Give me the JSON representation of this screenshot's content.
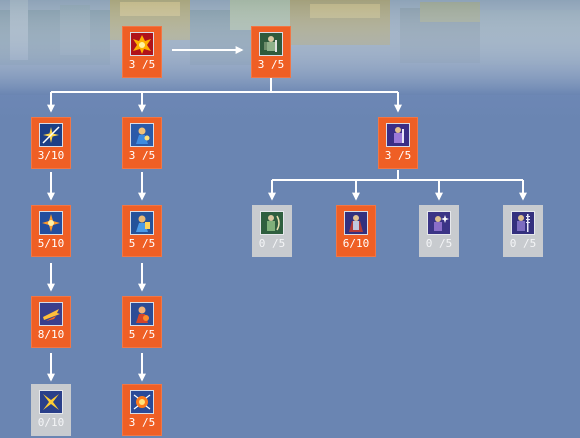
{
  "skill_tree": {
    "colors": {
      "learned_tile": "#ef5f25",
      "locked_tile": "#c8cbcf",
      "connector": "#ffffff",
      "background": "#6a85b2"
    },
    "nodes": [
      {
        "id": "root",
        "level": "3 /5",
        "state": "learned",
        "icon": "flame-burst-icon"
      },
      {
        "id": "second",
        "level": "3 /5",
        "state": "learned",
        "icon": "armored-warrior-icon"
      },
      {
        "id": "a1",
        "level": "3/10",
        "state": "learned",
        "icon": "slash-star-icon"
      },
      {
        "id": "a2",
        "level": "5/10",
        "state": "learned",
        "icon": "cross-burst-icon"
      },
      {
        "id": "a3",
        "level": "8/10",
        "state": "learned",
        "icon": "fire-blade-icon"
      },
      {
        "id": "a4",
        "level": "0/10",
        "state": "locked",
        "icon": "golden-x-strike-icon"
      },
      {
        "id": "b1",
        "level": "3 /5",
        "state": "learned",
        "icon": "blue-mage-icon"
      },
      {
        "id": "b2",
        "level": "5 /5",
        "state": "learned",
        "icon": "blue-mage-guard-icon"
      },
      {
        "id": "b3",
        "level": "5 /5",
        "state": "learned",
        "icon": "flame-mage-icon"
      },
      {
        "id": "b4",
        "level": "3 /5",
        "state": "learned",
        "icon": "fire-orb-icon"
      },
      {
        "id": "c1",
        "level": "3 /5",
        "state": "learned",
        "icon": "purple-knight-icon"
      },
      {
        "id": "d1",
        "level": "0 /5",
        "state": "locked",
        "icon": "green-archer-icon"
      },
      {
        "id": "d2",
        "level": "6/10",
        "state": "learned",
        "icon": "caped-knight-icon"
      },
      {
        "id": "d3",
        "level": "0 /5",
        "state": "locked",
        "icon": "sparkle-rogue-icon"
      },
      {
        "id": "d4",
        "level": "0 /5",
        "state": "locked",
        "icon": "lance-knight-icon"
      }
    ]
  }
}
